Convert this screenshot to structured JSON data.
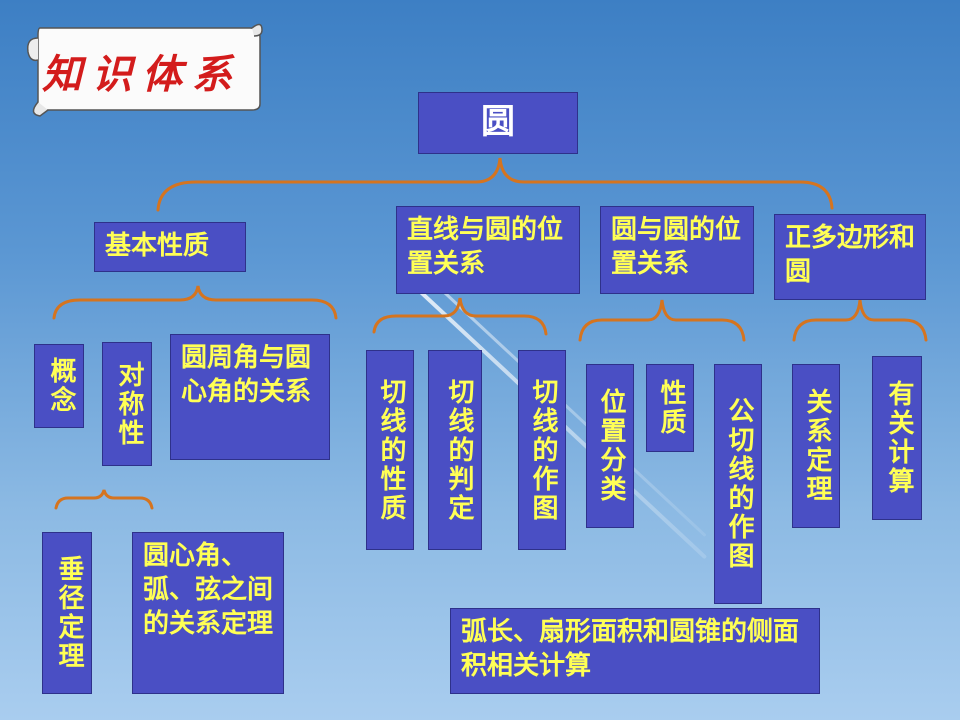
{
  "title": "知识体系",
  "root": "圆",
  "level1": {
    "basic": "基本性质",
    "line_circle": "直线与圆的位置关系",
    "circle_circle": "圆与圆的位置关系",
    "polygon": "正多边形和圆"
  },
  "basic": {
    "concept": "概念",
    "symmetry": "对称性",
    "inscribed": "圆周角与圆心角的关系",
    "perpendicular": "垂径定理",
    "central": "圆心角、弧、弦之间的关系定理"
  },
  "line_circle": {
    "tangent_property": "切线的性质",
    "tangent_test": "切线的判定",
    "tangent_construct": "切线的作图"
  },
  "circle_circle": {
    "position": "位置分类",
    "property": "性质",
    "common_tangent": "公切线的作图"
  },
  "polygon": {
    "relation": "关系定理",
    "calc": "有关计算"
  },
  "arc": "弧长、扇形面积和圆锥的侧面积相关计算"
}
